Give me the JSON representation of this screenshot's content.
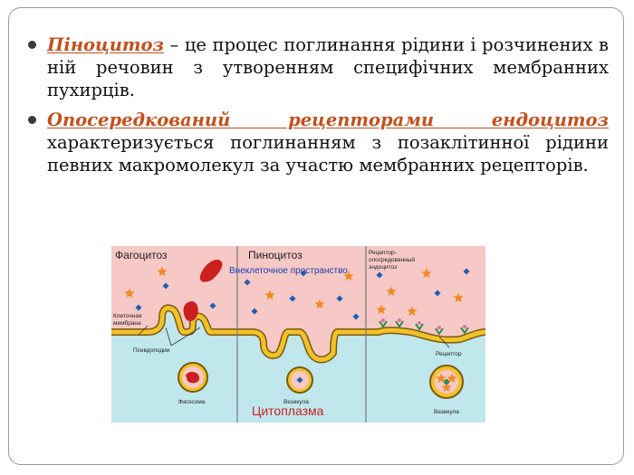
{
  "slide": {
    "bullets": [
      {
        "term": "Піноцитоз",
        "text": " – це процес поглинання рідини і розчинених в ній речовин з утворенням специфічних мембранних пухирців."
      },
      {
        "term": "Опосередкований рецепторами ендоцитоз",
        "text": " характеризується поглинанням з позаклітинної рідини певних макромолекул за участю мембранних рецепторів."
      }
    ]
  },
  "diagram": {
    "title_phago": "Фагоцитоз",
    "title_pino": "Пиноцитоз",
    "title_receptor_1": "Рецептор-",
    "title_receptor_2": "опосредованный",
    "title_receptor_3": "эндоцитоз",
    "extracellular": "Внеклеточное пространство",
    "membrane_1": "Клеточная",
    "membrane_2": "мембрана",
    "pseudopodia": "Псевдоподии",
    "phagosome": "Фагосома",
    "vesicle": "Везикула",
    "cytoplasm": "Цитоплазма",
    "receptor": "Рецептор",
    "vesicle_2": "Везикула",
    "colors": {
      "outside": "#f6c8c6",
      "inside": "#bfe7ec",
      "membrane": "#f2c22a",
      "cell": "#cc1f1f",
      "star": "#f08a1e",
      "dot": "#1c5fb8",
      "receptor": "#2a8d4a"
    }
  }
}
